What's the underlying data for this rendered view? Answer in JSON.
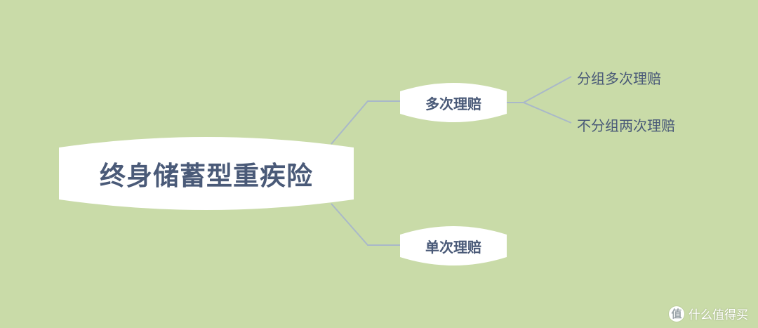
{
  "mindmap": {
    "root": {
      "label": "终身储蓄型重疾险"
    },
    "branches": [
      {
        "label": "多次理赔",
        "children": [
          {
            "label": "分组多次理赔"
          },
          {
            "label": "不分组两次理赔"
          }
        ]
      },
      {
        "label": "单次理赔",
        "children": []
      }
    ]
  },
  "watermark": {
    "icon_glyph": "值",
    "text": "什么值得买"
  },
  "colors": {
    "background": "#c9dba8",
    "node_fill": "#ffffff",
    "text": "#4a5a78",
    "connector": "#a9b8c9"
  }
}
